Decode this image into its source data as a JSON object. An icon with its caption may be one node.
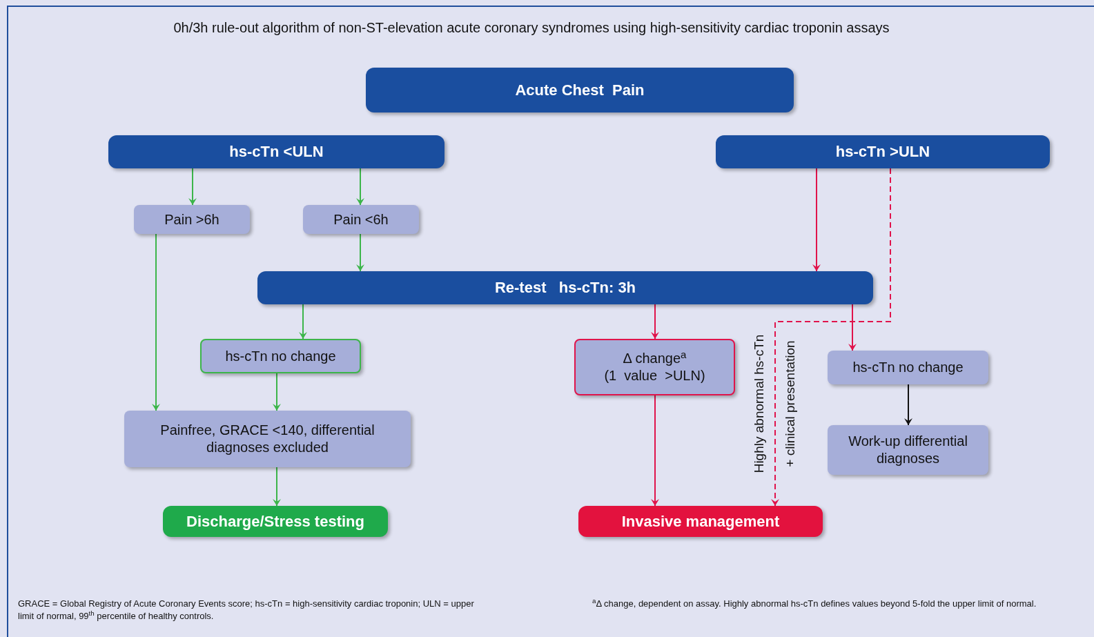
{
  "diagram": {
    "title": "0h/3h rule-out algorithm of non-ST-elevation acute coronary syndromes using high-sensitivity cardiac troponin assays",
    "nodes": [
      {
        "text": [
          "Acute Chest  Pain"
        ]
      },
      {
        "text": [
          "hs-cTn <ULN"
        ]
      },
      {
        "text": [
          "hs-cTn >ULN"
        ]
      },
      {
        "text": [
          "Pain >6h"
        ]
      },
      {
        "text": [
          "Pain <6h"
        ]
      },
      {
        "text": [
          "Re-test   hs-cTn: 3h"
        ]
      },
      {
        "text": [
          "hs-cTn no change"
        ]
      },
      {
        "text": [
          "Δ change$^{a}$",
          "(1  value  >ULN)"
        ]
      },
      {
        "text": [
          "hs-cTn no change"
        ]
      },
      {
        "text": [
          "Painfree, GRACE <140, differential diagnoses excluded"
        ]
      },
      {
        "text": [
          "Work-up differential diagnoses"
        ]
      },
      {
        "text": [
          "Discharge/Stress testing"
        ]
      },
      {
        "text": [
          "Invasive management"
        ]
      }
    ],
    "edges": [
      {
        "from": 1,
        "to": 3,
        "arrow": "to"
      },
      {
        "from": 1,
        "to": 4,
        "arrow": "to"
      },
      {
        "from": 3,
        "to": 9,
        "arrow": "to"
      },
      {
        "from": 4,
        "to": 5,
        "arrow": "to"
      },
      {
        "from": 5,
        "to": 6,
        "arrow": "to"
      },
      {
        "from": 6,
        "to": 9,
        "arrow": "to"
      },
      {
        "from": 9,
        "to": 11,
        "arrow": "to"
      },
      {
        "from": 2,
        "to": 5,
        "arrow": "to",
        "color": "#e0134b"
      },
      {
        "from": 2,
        "to": 12,
        "arrow": "to",
        "style": "dashed",
        "color": "#e0134b",
        "label": "Highly abnormal hs-cTn + clinical presentation"
      },
      {
        "from": 5,
        "to": 7,
        "arrow": "to",
        "color": "#e0134b"
      },
      {
        "from": 5,
        "to": 8,
        "arrow": "to",
        "color": "#e0134b"
      },
      {
        "from": 7,
        "to": 12,
        "arrow": "to",
        "color": "#e0134b"
      },
      {
        "from": 8,
        "to": 10,
        "arrow": "to",
        "color": "#111111"
      }
    ],
    "labels": [
      "GRACE = Global Registry of Acute Coronary Events score; hs-cTn = high-sensitivity cardiac troponin; ULN = upper limit of normal, 99$^{th}$ percentile of healthy controls.",
      "$^{a}$Δ change, dependent on assay. Highly abnormal hs-cTn defines values beyond 5-fold the upper limit of normal."
    ]
  }
}
